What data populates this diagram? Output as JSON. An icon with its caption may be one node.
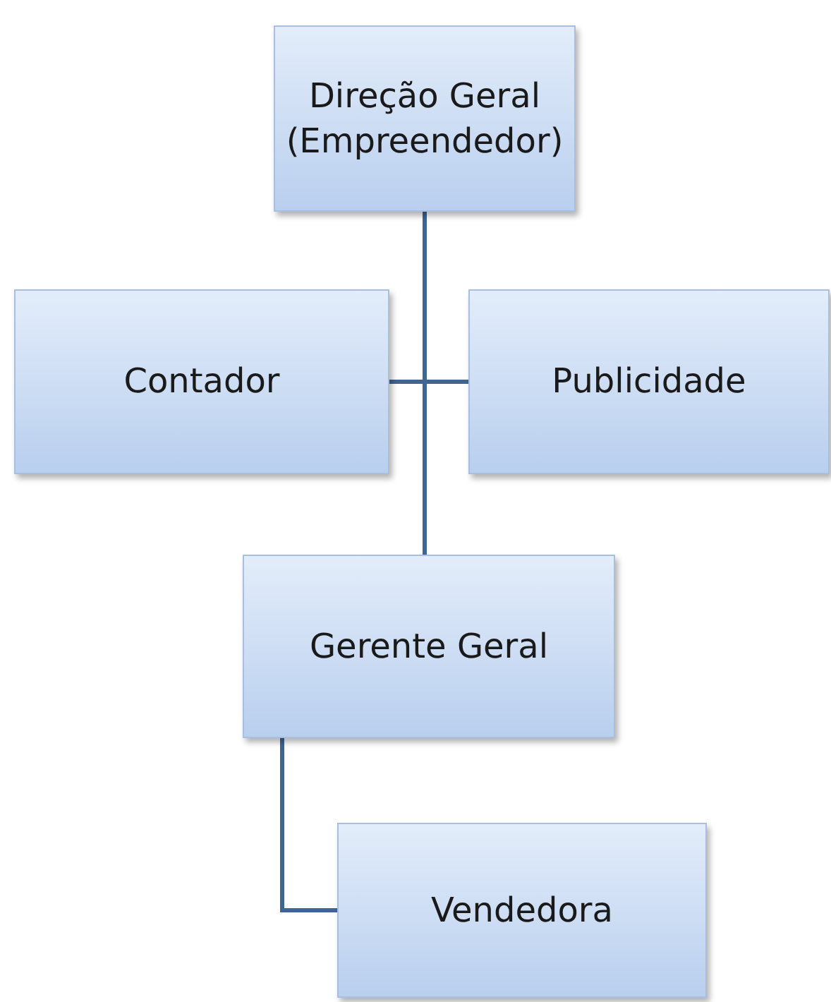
{
  "diagram": {
    "nodes": [
      {
        "text": [
          "Direção Geral (Empreendedor)"
        ]
      },
      {
        "text": [
          "Contador"
        ]
      },
      {
        "text": [
          "Publicidade"
        ]
      },
      {
        "text": [
          "Gerente Geral"
        ]
      },
      {
        "text": [
          "Vendedora"
        ]
      }
    ],
    "edges": [
      {
        "from": 0,
        "to": 1,
        "arrow": "none"
      },
      {
        "from": 0,
        "to": 2,
        "arrow": "none"
      },
      {
        "from": 0,
        "to": 3,
        "arrow": "none"
      },
      {
        "from": 3,
        "to": 4,
        "arrow": "none"
      }
    ]
  }
}
